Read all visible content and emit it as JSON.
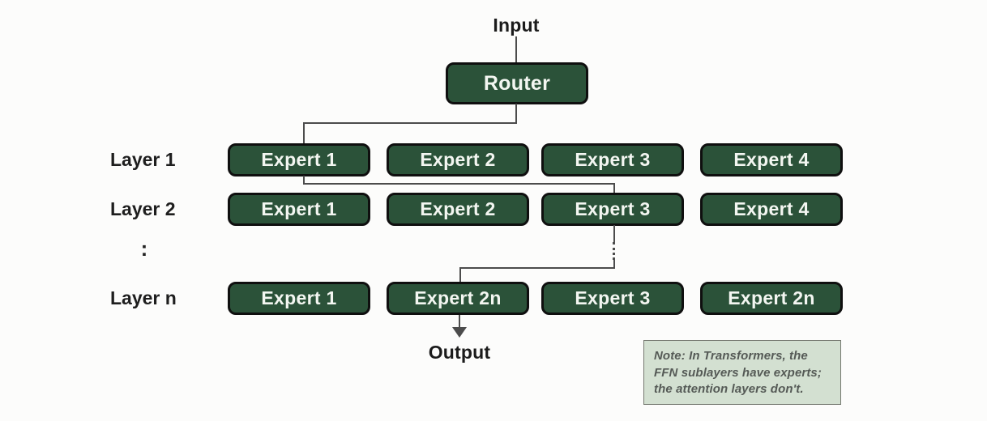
{
  "diagram": {
    "input_label": "Input",
    "router_label": "Router",
    "output_label": "Output",
    "dots_label": ":",
    "layers": [
      {
        "label": "Layer 1",
        "experts": [
          "Expert 1",
          "Expert 2",
          "Expert 3",
          "Expert 4"
        ]
      },
      {
        "label": "Layer 2",
        "experts": [
          "Expert 1",
          "Expert 2",
          "Expert 3",
          "Expert 4"
        ]
      },
      {
        "label": "Layer n",
        "experts": [
          "Expert 1",
          "Expert 2n",
          "Expert 3",
          "Expert 2n"
        ]
      }
    ],
    "note": {
      "line1": "Note: In Transformers, the",
      "line2": "FFN sublayers have experts;",
      "line3": "the attention layers don't."
    },
    "colors": {
      "box_green": "#2b5239",
      "line_color": "#4c4c4c",
      "note_bg": "#d3e0d1",
      "note_border": "#74786f",
      "note_text": "#555a56"
    }
  }
}
